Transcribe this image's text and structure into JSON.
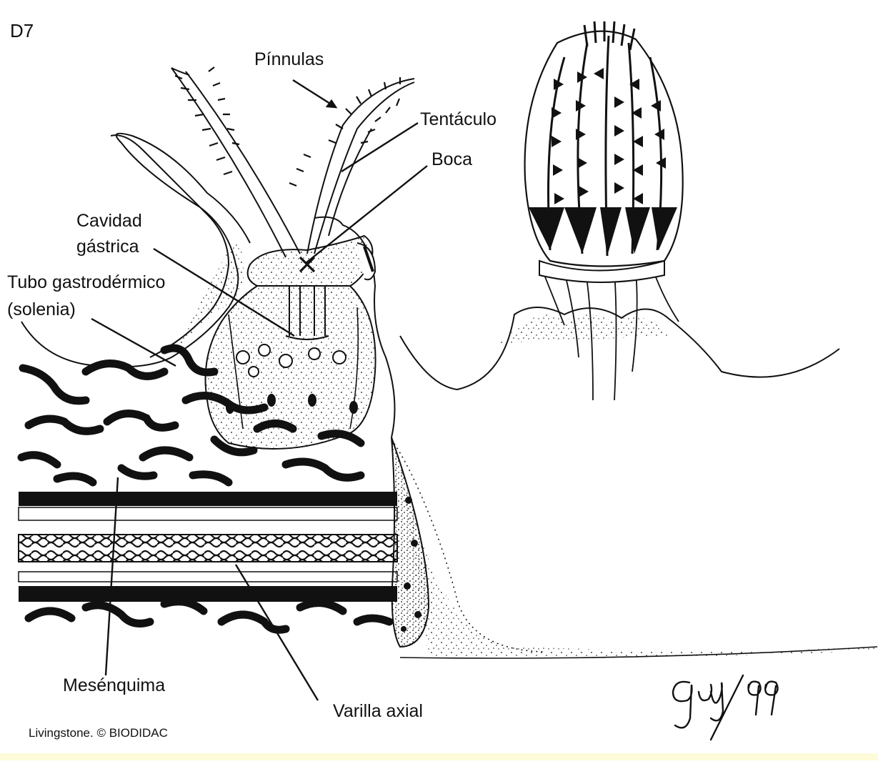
{
  "figure_id": "D7",
  "labels": {
    "pinnulas": "Pínnulas",
    "tentaculo": "Tentáculo",
    "boca": "Boca",
    "cavidad_line1": "Cavidad",
    "cavidad_line2": "gástrica",
    "tubo_line1": "Tubo gastrodérmico",
    "tubo_line2": "(solenia)",
    "mesenquima": "Mesénquima",
    "varilla": "Varilla axial"
  },
  "credit": "Livingstone. © BIODIDAC",
  "signature": "Guy/99",
  "colors": {
    "ink": "#111111",
    "background": "#ffffff",
    "bottom_strip": "#fdfbd8"
  }
}
